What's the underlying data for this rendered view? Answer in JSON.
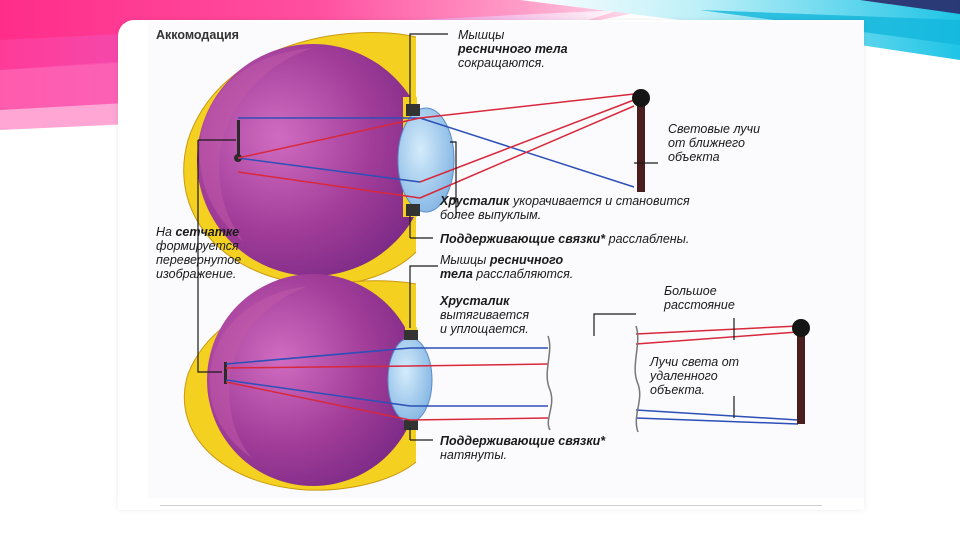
{
  "title": "Аккомодация",
  "labels": {
    "ciliary_contract": {
      "l1": "Мышцы",
      "l2": "ресничного тела",
      "l3": "сокращаются."
    },
    "rays_near": {
      "l1": "Световые лучи",
      "l2": "от ближнего",
      "l3": "объекта"
    },
    "lens_thicker": {
      "bold": "Хрусталик",
      "rest": " укорачивается и становится",
      "l2": "более выпуклым."
    },
    "ligaments_relaxed": {
      "bold": "Поддерживающие связки*",
      "rest": " расслаблены."
    },
    "retina": {
      "l1": "На ",
      "bold": "сетчатке",
      "l2": "формируется",
      "l3": "перевернутое",
      "l4": "изображение."
    },
    "ciliary_relax": {
      "l1": "Мышцы ",
      "bold1": "ресничного",
      "bold2": "тела",
      "rest": " расслабляются."
    },
    "lens_flat": {
      "bold": "Хрусталик",
      "l2": "вытягивается",
      "l3": "и уплощается."
    },
    "distance": {
      "l1": "Большое",
      "l2": "расстояние"
    },
    "rays_far": {
      "l1": "Лучи света от",
      "l2": "удаленного",
      "l3": "объекта."
    },
    "ligaments_tense": {
      "bold": "Поддерживающие связки*",
      "l2": "натянуты."
    }
  },
  "colors": {
    "ray_red": "#d8283c",
    "ray_blue": "#2c4fb8",
    "sclera_yellow": "#f4d020",
    "eye_purple": "#a03c98",
    "lens_blue": "#9ec8ec"
  }
}
